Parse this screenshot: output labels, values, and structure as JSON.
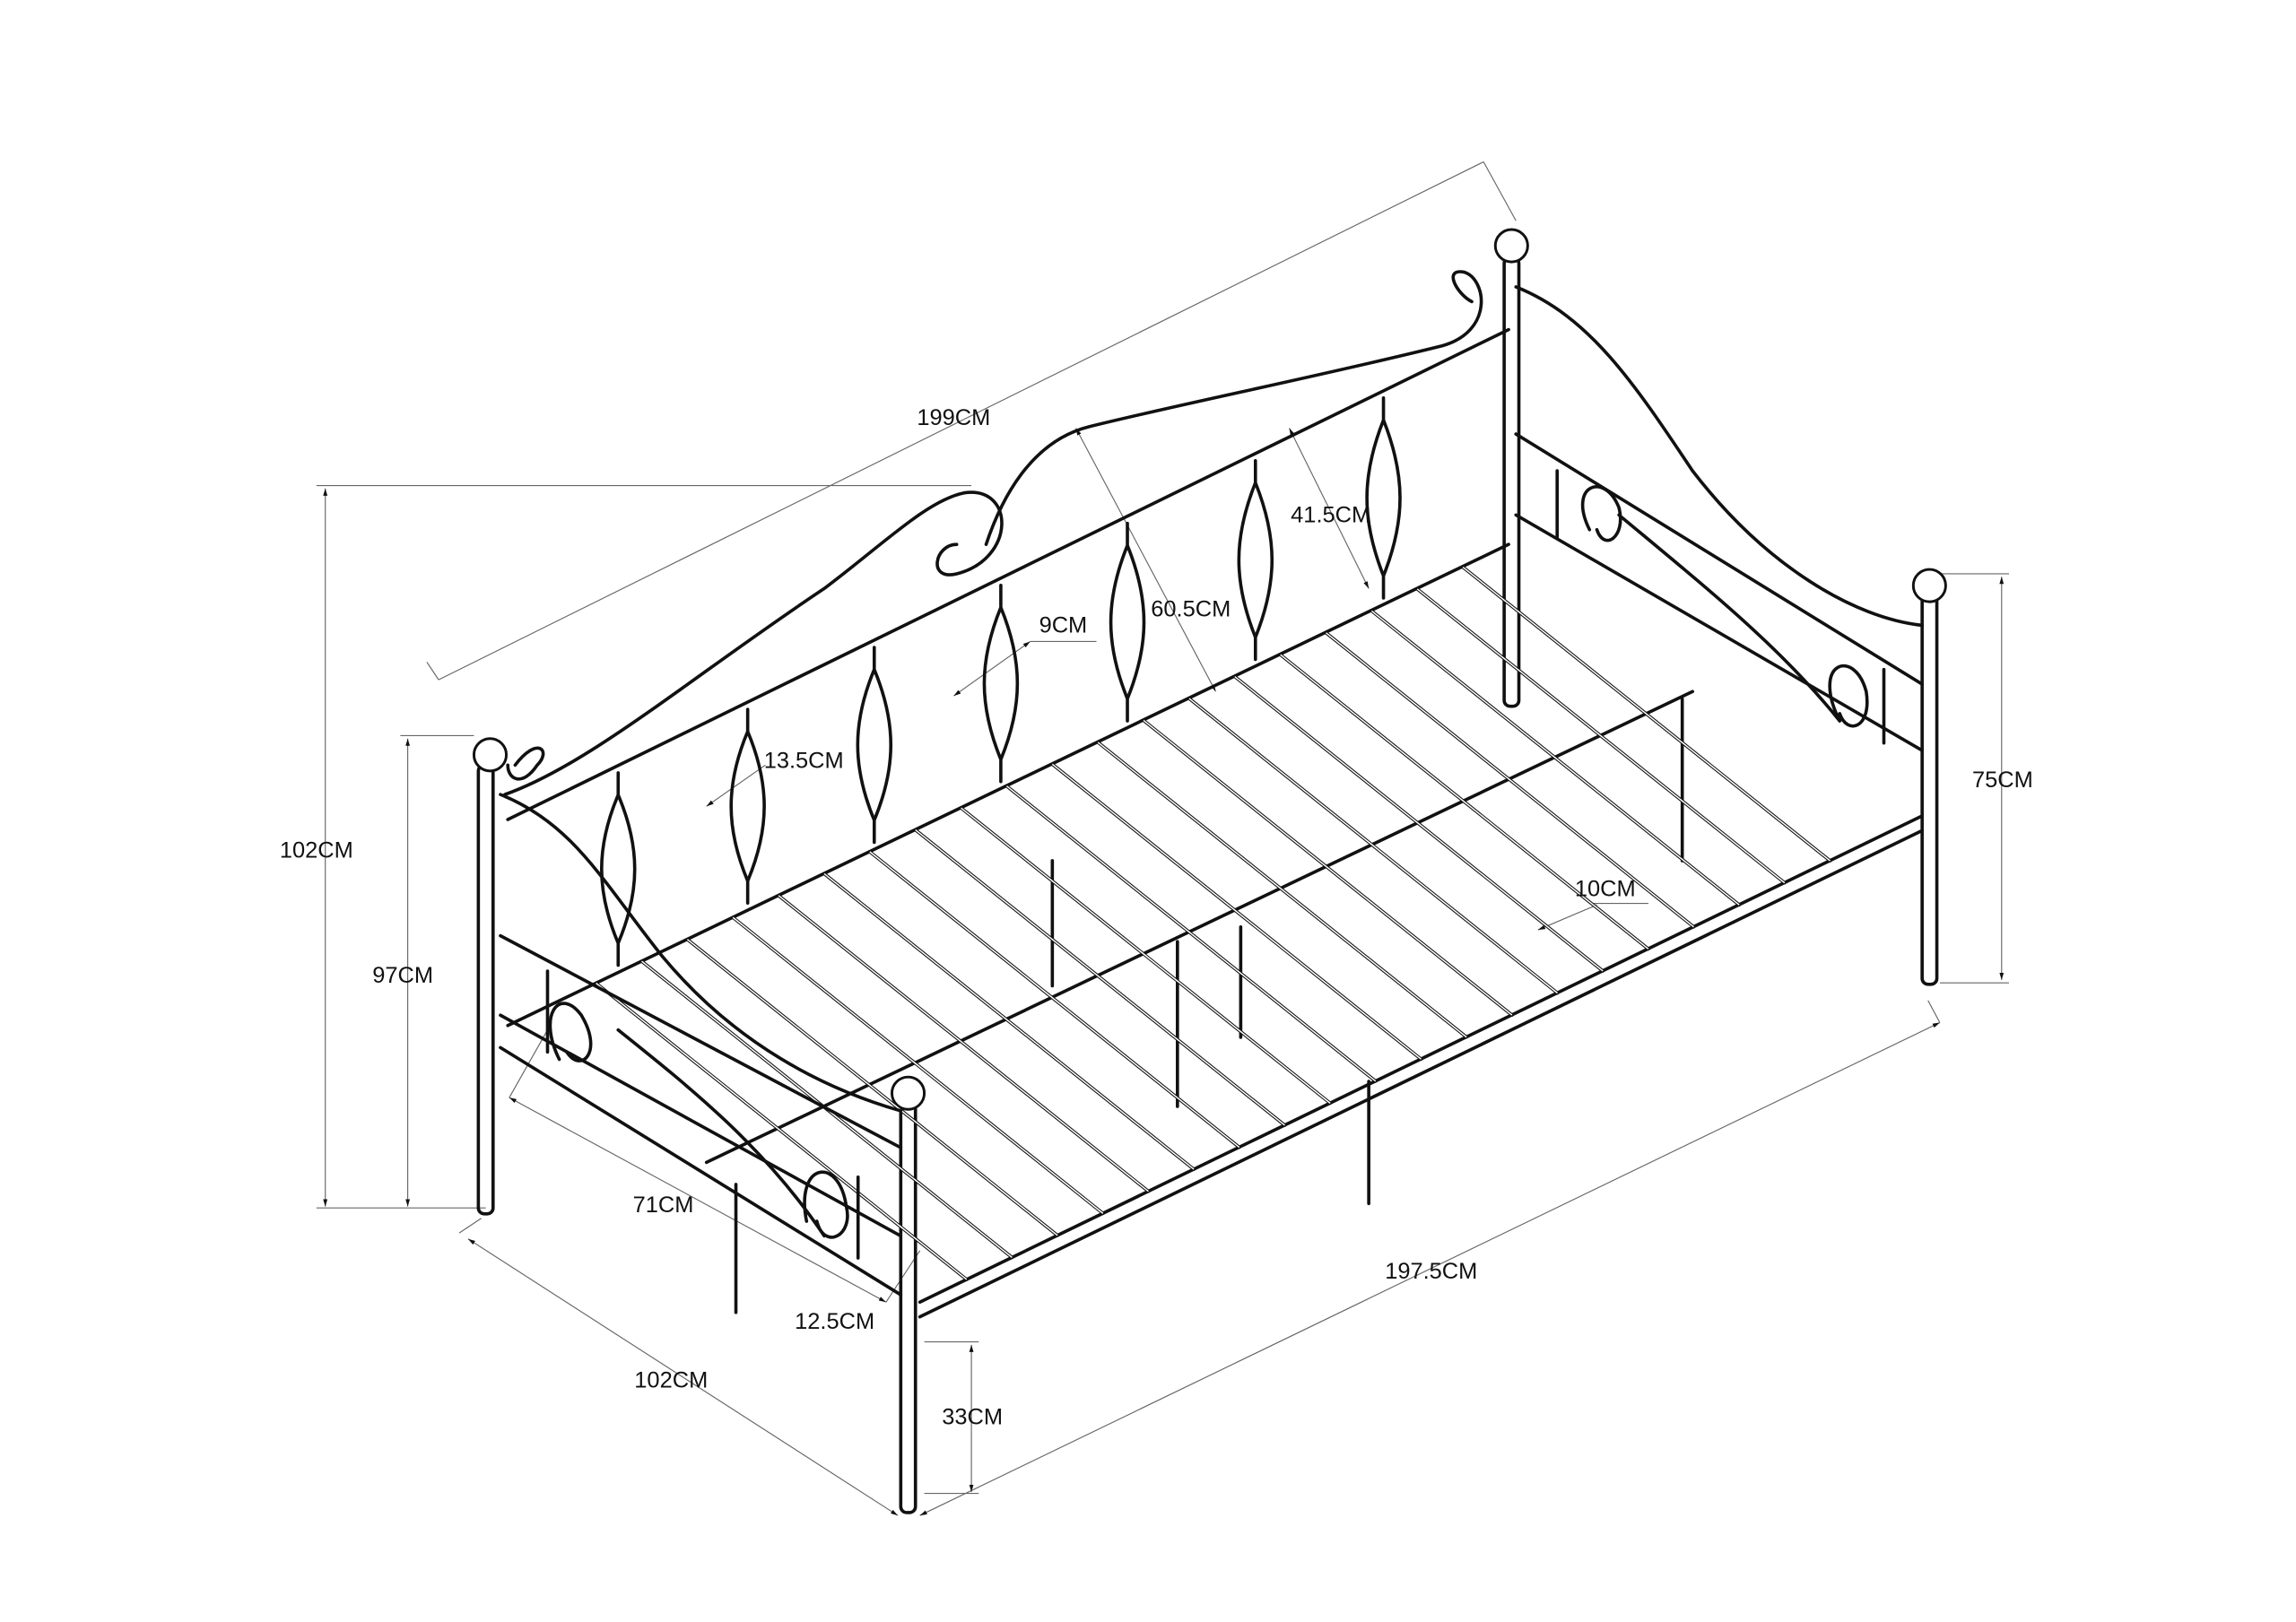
{
  "title": "Metal daybed dimension drawing",
  "dimensions": {
    "overall_length": "199CM",
    "total_height": "102CM",
    "end_height": "97CM",
    "foot_height": "75CM",
    "inner_width": "71CM",
    "side_gap": "12.5CM",
    "overall_width": "102CM",
    "frame_length": "197.5CM",
    "floor_clearance": "33CM",
    "slat_spacing": "10CM",
    "baluster_gap": "9CM",
    "baluster_width": "13.5CM",
    "backrest_height": "60.5CM",
    "backrest_rail_height": "41.5CM"
  },
  "colors": {
    "line": "#111111",
    "dimension": "#666666",
    "background": "#ffffff"
  }
}
